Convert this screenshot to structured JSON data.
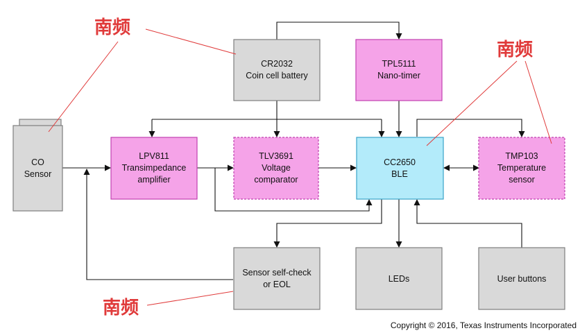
{
  "colors": {
    "gray_fill": "#d9d9d9",
    "gray_stroke": "#7f7f7f",
    "pink_fill": "#f5a3e8",
    "pink_stroke": "#c040b0",
    "blue_fill": "#b3ebfa",
    "blue_stroke": "#3ba3c8",
    "line": "#111111",
    "annotation": "#e03a3a"
  },
  "blocks": {
    "co_sensor": [
      "CO",
      "Sensor"
    ],
    "cr2032": [
      "CR2032",
      "Coin cell battery"
    ],
    "tpl5111": [
      "TPL5111",
      "Nano-timer"
    ],
    "lpv811": [
      "LPV811",
      "Transimpedance",
      "amplifier"
    ],
    "tlv3691": [
      "TLV3691",
      "Voltage",
      "comparator"
    ],
    "cc2650": [
      "CC2650",
      "BLE"
    ],
    "tmp103": [
      "TMP103",
      "Temperature",
      "sensor"
    ],
    "self_check": [
      "Sensor self-check",
      "or EOL"
    ],
    "leds": [
      "LEDs"
    ],
    "buttons": [
      "User buttons"
    ]
  },
  "annotations": {
    "label": "南频"
  },
  "copyright": "Copyright © 2016, Texas Instruments Incorporated"
}
